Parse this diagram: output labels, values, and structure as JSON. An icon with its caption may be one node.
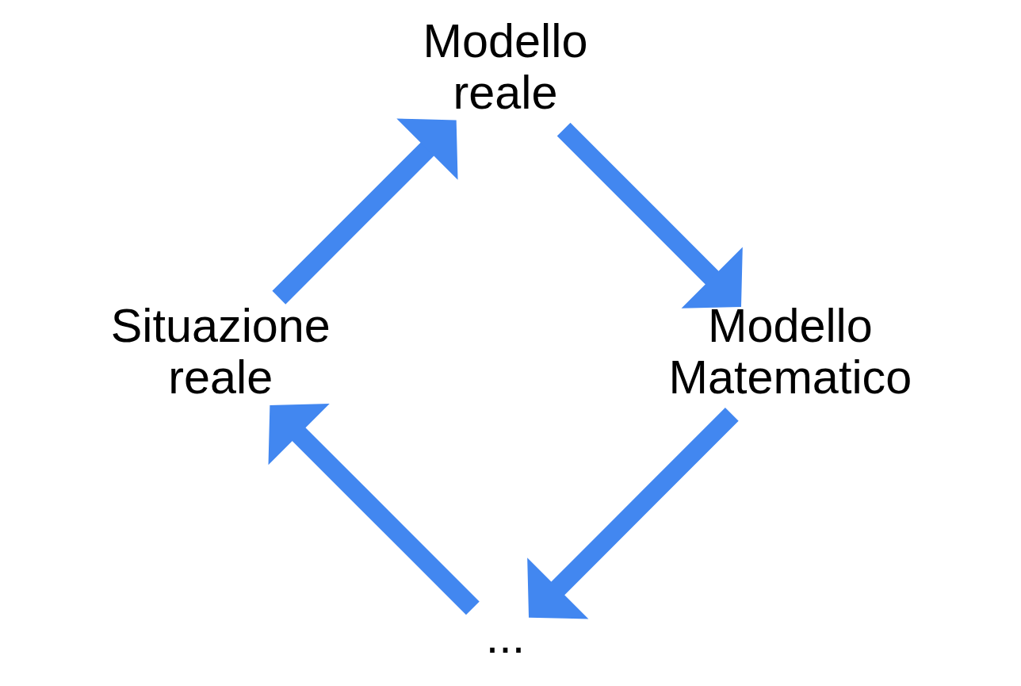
{
  "diagram": {
    "nodes": [
      {
        "text": [
          "..."
        ]
      },
      {
        "text": [
          "Situazione reale"
        ]
      },
      {
        "text": [
          "Modello reale"
        ]
      },
      {
        "text": [
          "Modello Matematico"
        ]
      }
    ],
    "edges": [
      {
        "from": 0,
        "to": 1,
        "arrow": "to"
      },
      {
        "from": 1,
        "to": 2,
        "arrow": "to"
      },
      {
        "from": 2,
        "to": 3,
        "arrow": "to"
      },
      {
        "from": 3,
        "to": 0,
        "arrow": "to"
      }
    ]
  }
}
